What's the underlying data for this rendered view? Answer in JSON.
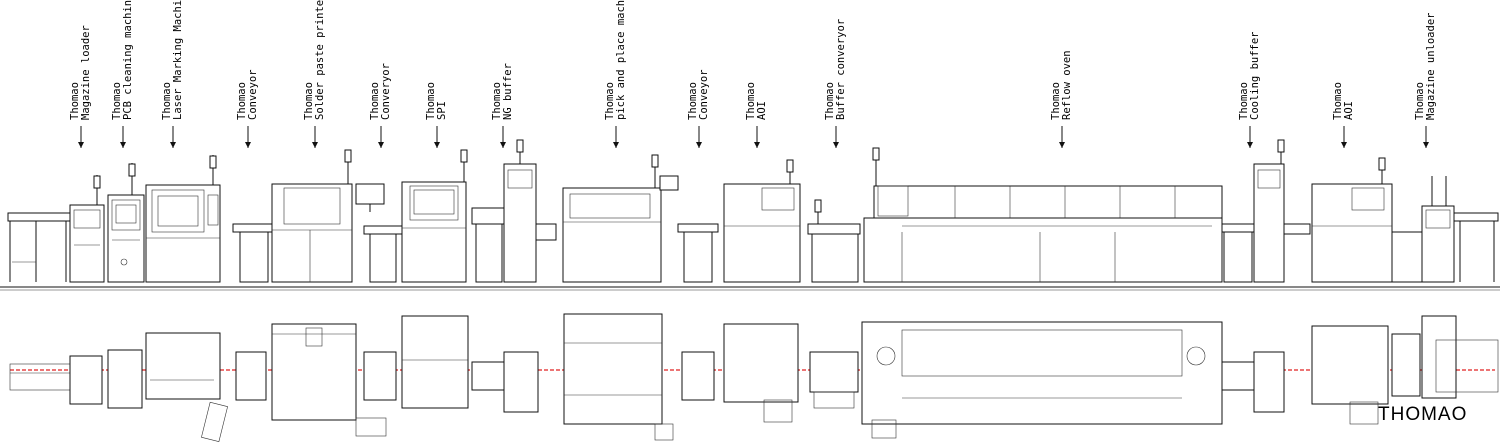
{
  "brand": "THOMAO",
  "labels": [
    {
      "line1": "Thomao",
      "line2": "Magazine loader"
    },
    {
      "line1": "Thomao",
      "line2": "PCB cleaning machine"
    },
    {
      "line1": "Thomao",
      "line2": "Laser Marking Machine"
    },
    {
      "line1": "Thomao",
      "line2": "Conveyor"
    },
    {
      "line1": "Thomao",
      "line2": "Solder paste printer"
    },
    {
      "line1": "Thomao",
      "line2": "Converyor"
    },
    {
      "line1": "Thomao",
      "line2": "SPI"
    },
    {
      "line1": "Thomao",
      "line2": "NG buffer"
    },
    {
      "line1": "Thomao",
      "line2": "pick and place machine"
    },
    {
      "line1": "Thomao",
      "line2": "Conveyor"
    },
    {
      "line1": "Thomao",
      "line2": "AOI"
    },
    {
      "line1": "Thomao",
      "line2": "Buffer converyor"
    },
    {
      "line1": "Thomao",
      "line2": "Reflow oven"
    },
    {
      "line1": "Thomao",
      "line2": "Cooling buffer"
    },
    {
      "line1": "Thomao",
      "line2": "AOI"
    },
    {
      "line1": "Thomao",
      "line2": "Magazine unloader"
    }
  ]
}
